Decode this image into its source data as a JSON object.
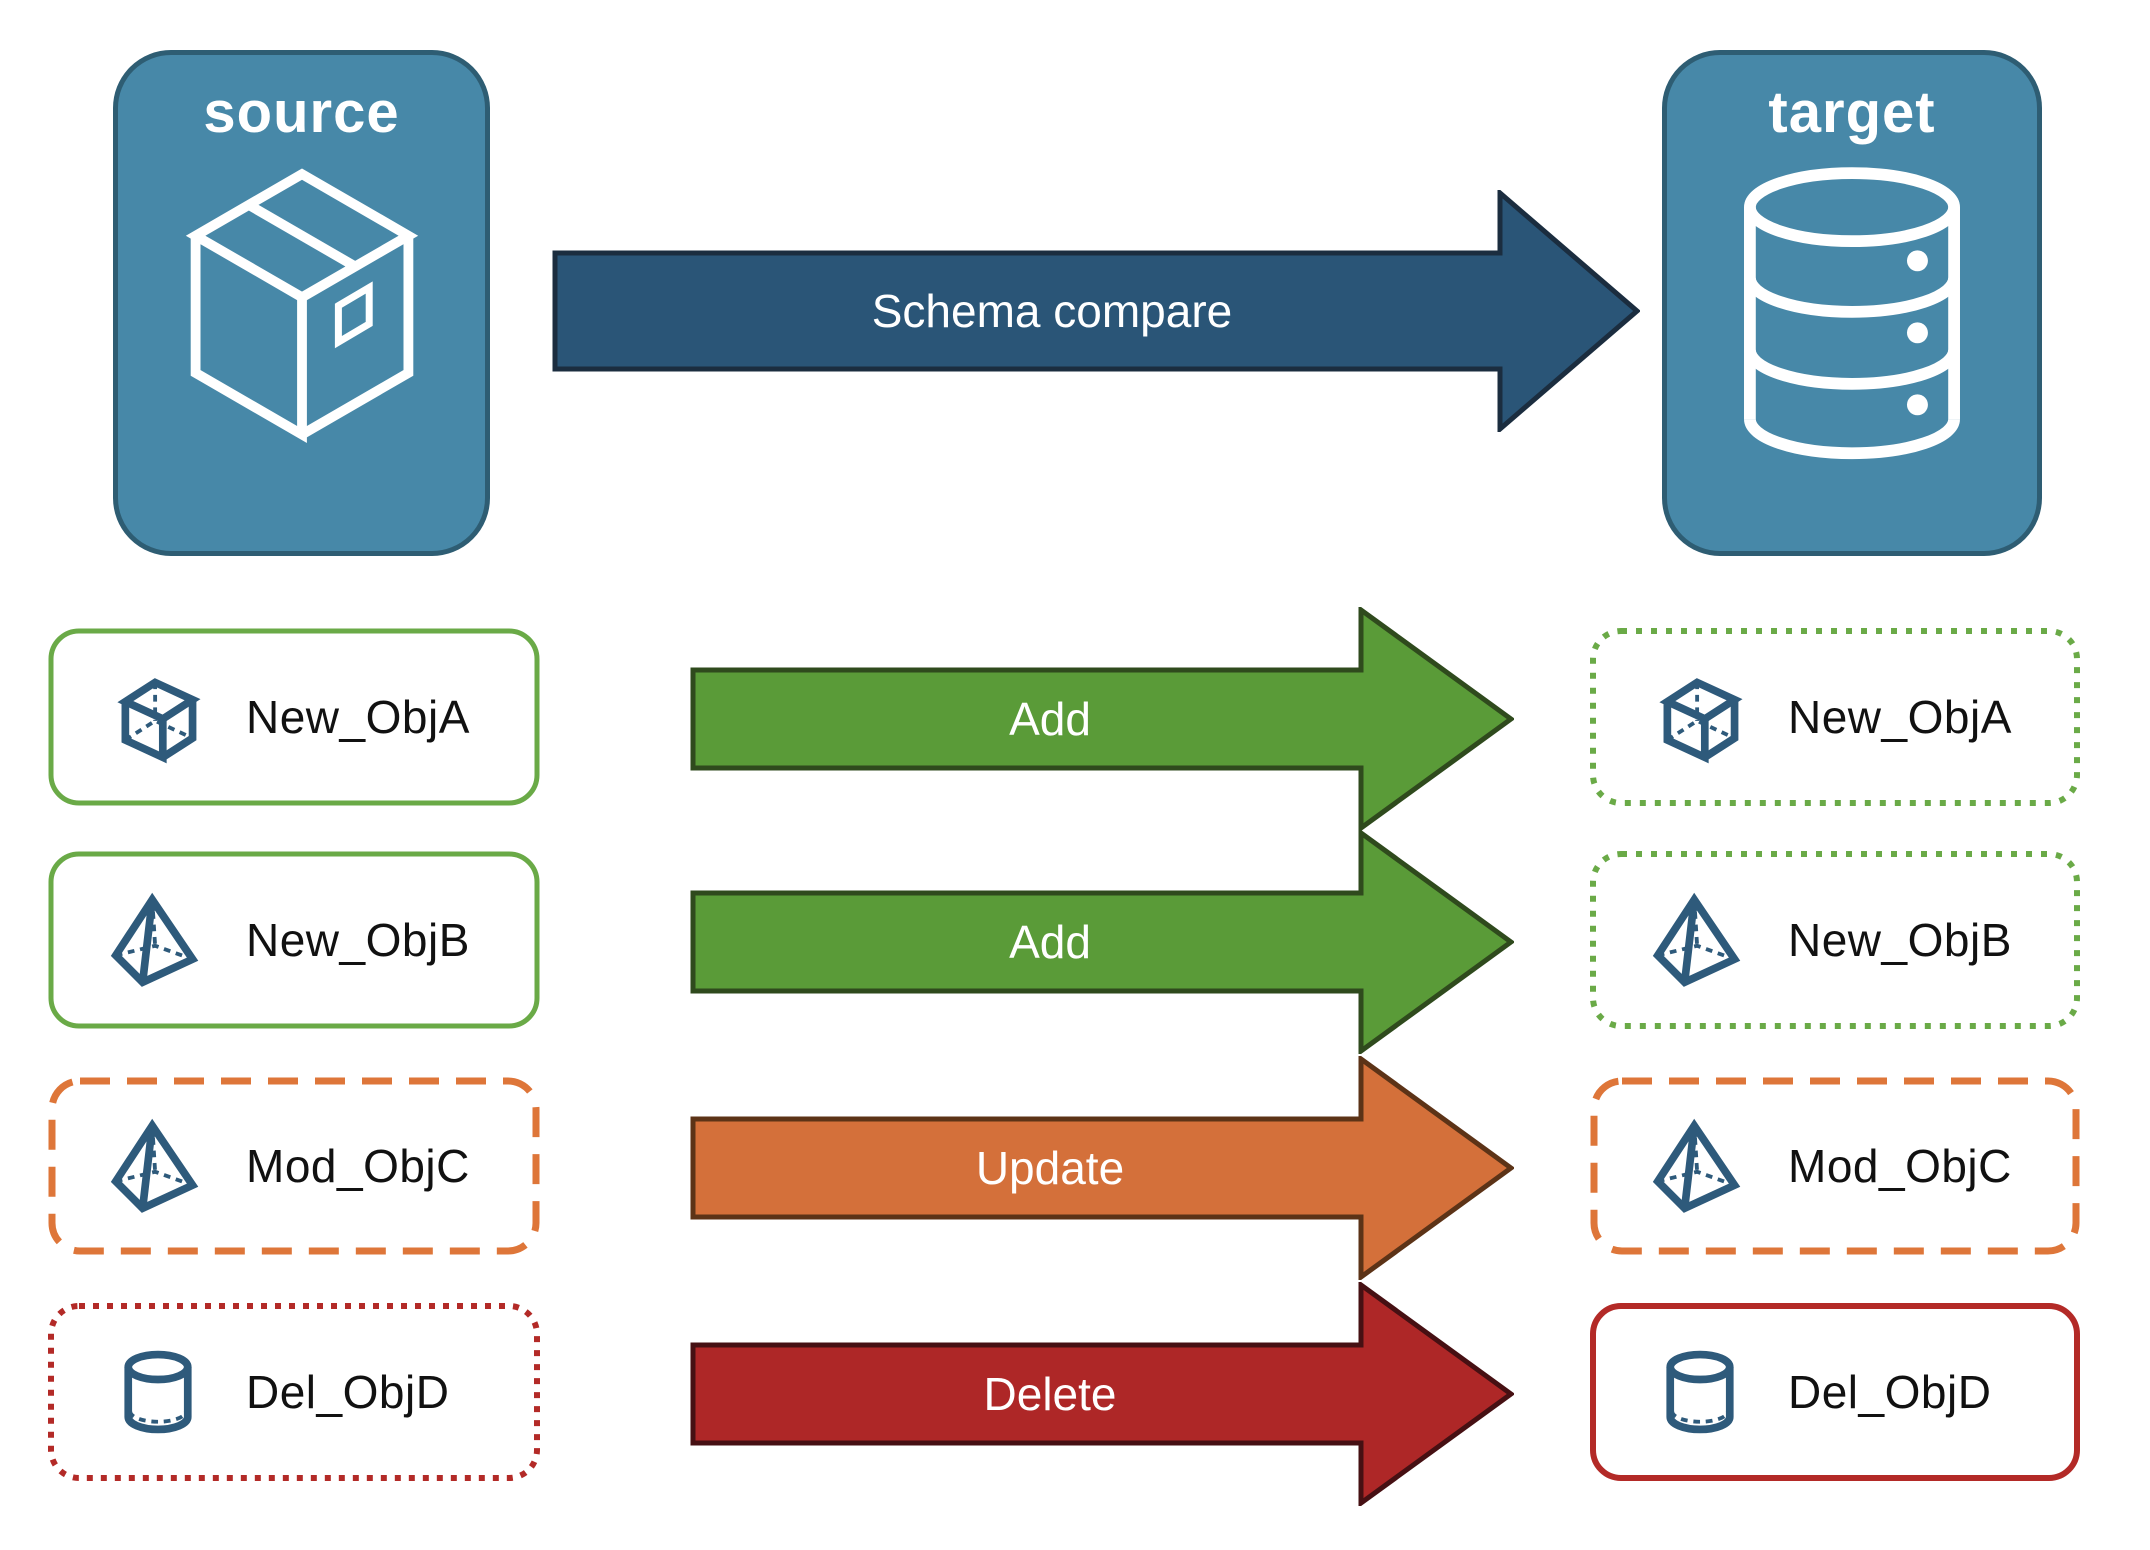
{
  "title": "Schema compare diagram",
  "colors": {
    "node_fill": "#4788A8",
    "node_border": "#2E5D73",
    "compare_fill": "#2A5577",
    "compare_border": "#1B2D3F",
    "add_fill": "#5A9B38",
    "add_border": "#2F4A1D",
    "update_fill": "#D4703A",
    "update_border": "#5C3317",
    "delete_fill": "#AE2727",
    "delete_border": "#461013",
    "green_outline": "#6AAA47",
    "orange_outline": "#DE7639",
    "red_outline": "#B32A27",
    "icon_stroke": "#2E5A7B",
    "label_text": "#111111"
  },
  "source_node": {
    "label": "source",
    "icon": "package-icon"
  },
  "target_node": {
    "label": "target",
    "icon": "database-icon"
  },
  "compare_arrow": {
    "label": "Schema compare"
  },
  "rows": [
    {
      "object": "New_ObjA",
      "action": "Add",
      "icon": "cube-icon",
      "source_outline": "solid-green",
      "target_outline": "dotted-green"
    },
    {
      "object": "New_ObjB",
      "action": "Add",
      "icon": "pyramid-icon",
      "source_outline": "solid-green",
      "target_outline": "dotted-green"
    },
    {
      "object": "Mod_ObjC",
      "action": "Update",
      "icon": "pyramid-icon",
      "source_outline": "dashed-orange",
      "target_outline": "dashed-orange"
    },
    {
      "object": "Del_ObjD",
      "action": "Delete",
      "icon": "cylinder-icon",
      "source_outline": "dotted-red",
      "target_outline": "solid-red"
    }
  ]
}
